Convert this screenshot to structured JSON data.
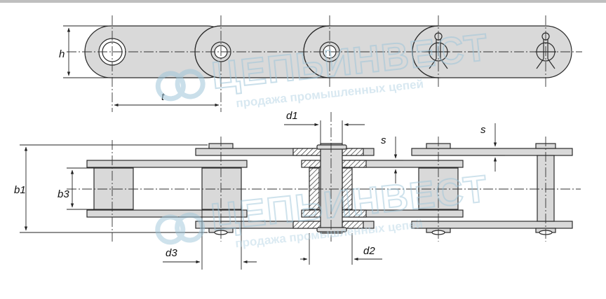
{
  "labels": {
    "h": "h",
    "t": "t",
    "d1": "d1",
    "s": "s",
    "b1": "b1",
    "b3": "b3",
    "d3": "d3",
    "d2": "d2"
  },
  "watermark": {
    "brand": "ЦЕПЬИНВЕСТ",
    "tagline": "продажа промышленных цепей"
  },
  "colors": {
    "part_fill": "#d9d9d9",
    "line": "#2b2b2b",
    "watermark": "#b9d7e6",
    "hatch": "#333333"
  }
}
